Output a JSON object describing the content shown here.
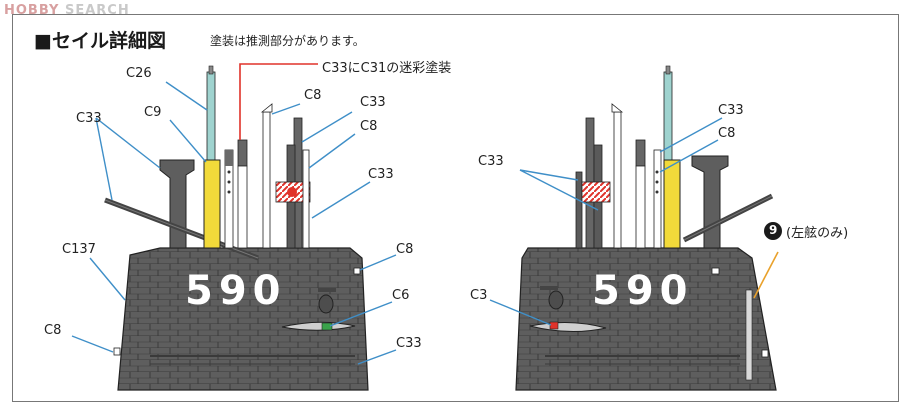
{
  "watermark": {
    "brand": "HOBBY",
    "suffix": " SEARCH"
  },
  "header": {
    "title": "■セイル詳細図",
    "note": "塗装は推測部分があります。"
  },
  "colors": {
    "hull": "#5e5e5e",
    "hull_line": "#3c3c3c",
    "mast": "#9fd3cf",
    "yellow": "#f2da3a",
    "red": "#e0322a",
    "leader": "#3f8fc8",
    "orange": "#e9a12b",
    "green": "#3aa24a"
  },
  "left_view": {
    "hull_number": "590",
    "labels": {
      "c26": "C26",
      "c33_c31": "C33にC31の迷彩塗装",
      "c8_a": "C8",
      "c33_a": "C33",
      "c9": "C9",
      "c33_b": "C33",
      "c8_b": "C8",
      "c33_c": "C33",
      "c137": "C137",
      "c8_c": "C8",
      "c6": "C6",
      "c8_d": "C8",
      "c33_d": "C33"
    }
  },
  "right_view": {
    "hull_number": "590",
    "labels": {
      "c33_a": "C33",
      "c8_a": "C8",
      "c33_b": "C33",
      "port_num": "9",
      "port_note": "(左舷のみ)",
      "c3": "C3"
    }
  }
}
